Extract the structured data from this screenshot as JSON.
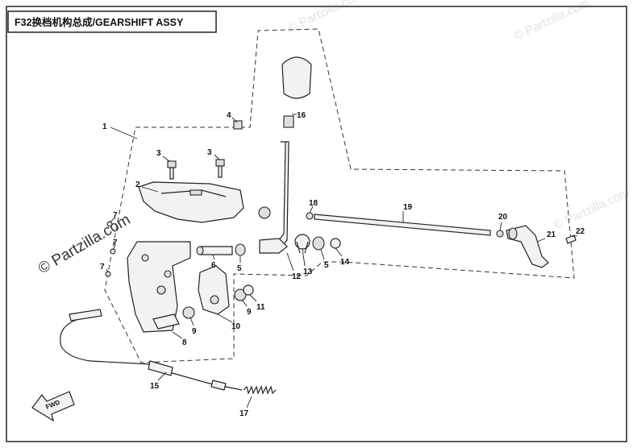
{
  "title": "F32换档机构总成/GEARSHIFT ASSY",
  "watermarks": {
    "main": "© Partzilla.com",
    "faint": "© Partzilla.com"
  },
  "direction_label": "FWD",
  "callouts": [
    "1",
    "2",
    "3",
    "3",
    "4",
    "5",
    "5",
    "6",
    "7",
    "7",
    "7",
    "8",
    "9",
    "9",
    "10",
    "11",
    "12",
    "13",
    "14",
    "15",
    "16",
    "17",
    "18",
    "19",
    "20",
    "21",
    "22"
  ]
}
